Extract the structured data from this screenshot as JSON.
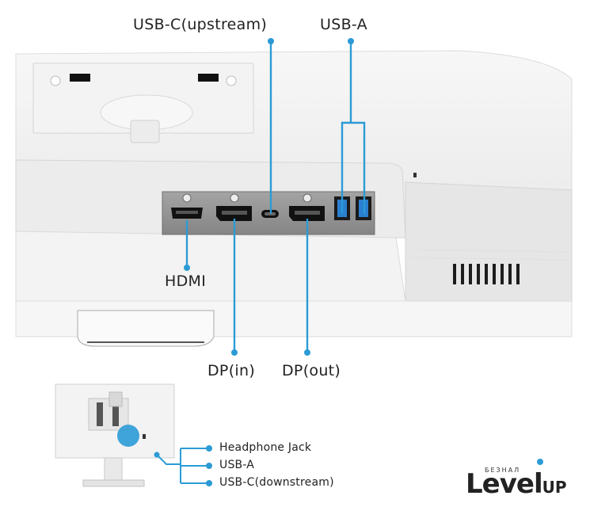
{
  "labels": {
    "usb_c_upstream": "USB-C(upstream)",
    "usb_a_top": "USB-A",
    "hdmi": "HDMI",
    "dp_in": "DP(in)",
    "dp_out": "DP(out)",
    "headphone_jack": "Headphone Jack",
    "usb_a_side": "USB-A",
    "usb_c_downstream": "USB-C(downstream)"
  },
  "logo": {
    "small_text": "БЕЗНАЛ",
    "main_text": "Level",
    "suffix_text": "UP"
  },
  "colors": {
    "accent": "#2b9bd6",
    "body": "#f1f1f1",
    "panel": "#8e8e8e"
  }
}
